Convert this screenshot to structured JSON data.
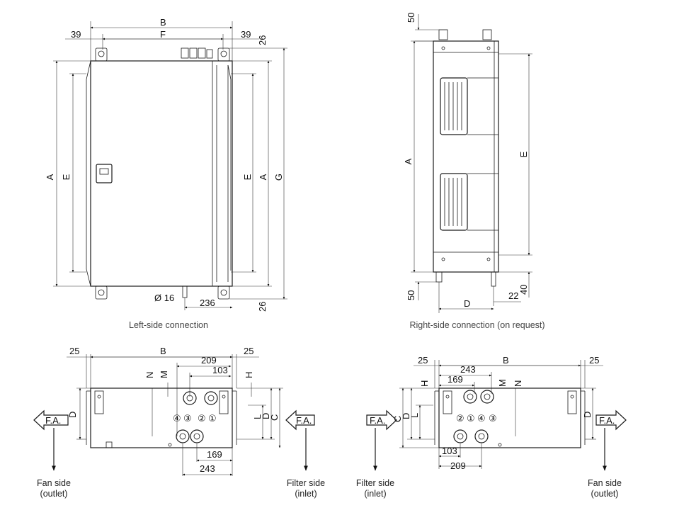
{
  "captions": {
    "left_side": "Left-side connection",
    "right_side": "Right-side connection (on request)"
  },
  "dims": {
    "A": "A",
    "B": "B",
    "C": "C",
    "D": "D",
    "E": "E",
    "F": "F",
    "G": "G",
    "H": "H",
    "L": "L",
    "M": "M",
    "N": "N",
    "d25": "25",
    "d26": "26",
    "d39": "39",
    "d40": "40",
    "d50": "50",
    "d22": "22",
    "d103": "103",
    "d169": "169",
    "d209": "209",
    "d236": "236",
    "d243": "243",
    "o16": "Ø 16"
  },
  "connections": {
    "c1": "①",
    "c2": "②",
    "c3": "③",
    "c4": "④"
  },
  "fa": "F.A.",
  "notes": {
    "fan_side": "Fan side",
    "outlet": "(outlet)",
    "filter_side": "Filter side",
    "inlet": "(inlet)"
  },
  "icons": [
    "fresh-air-arrow-icon",
    "down-arrow-icon",
    "fan-grille-icon"
  ]
}
